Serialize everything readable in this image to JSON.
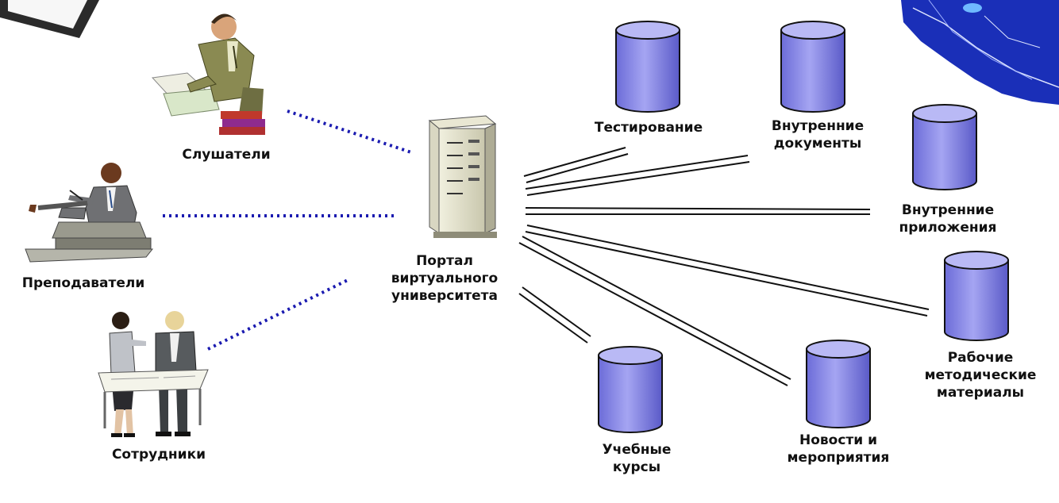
{
  "users": [
    {
      "label": "Слушатели",
      "icon": "student-reading-icon"
    },
    {
      "label": "Преподаватели",
      "icon": "lecturer-podium-icon"
    },
    {
      "label": "Сотрудники",
      "icon": "staff-meeting-icon"
    }
  ],
  "portal": {
    "lines": [
      "Портал",
      "виртуального",
      "университета"
    ],
    "icon": "server-tower-icon"
  },
  "databases": [
    {
      "lines": [
        "Тестирование"
      ]
    },
    {
      "lines": [
        "Внутренние",
        "документы"
      ]
    },
    {
      "lines": [
        "Внутренние",
        "приложения"
      ]
    },
    {
      "lines": [
        "Рабочие",
        "методические",
        "материалы"
      ]
    },
    {
      "lines": [
        "Новости и",
        "мероприятия"
      ]
    },
    {
      "lines": [
        "Учебные",
        "курсы"
      ]
    }
  ],
  "colors": {
    "db_fill": "#7f7fe6",
    "db_top": "#b9b9f5",
    "db_stroke": "#111111",
    "dotted_link": "#1a1ab0",
    "map_blue": "#1a2fb8"
  }
}
